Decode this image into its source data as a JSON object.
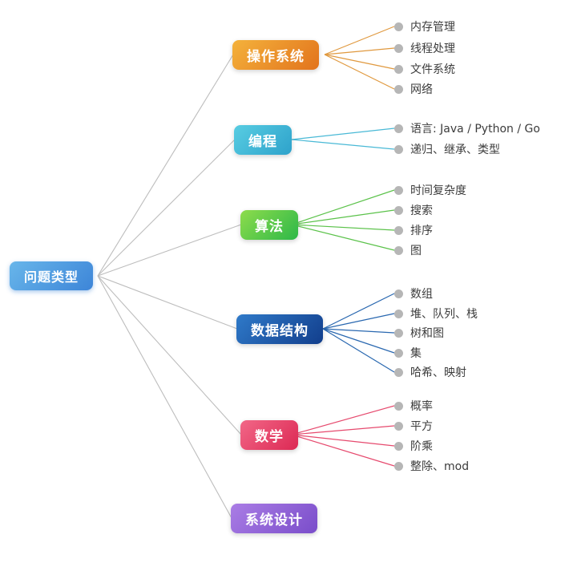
{
  "root": {
    "label": "问题类型",
    "color": "#3d85d8"
  },
  "leaf_bullet_color": "#b6b6b6",
  "connector_gray": "#bdbdbd",
  "branches": [
    {
      "label": "操作系统",
      "color": "#e8882a",
      "leaves": [
        "内存管理",
        "线程处理",
        "文件系统",
        "网络"
      ]
    },
    {
      "label": "编程",
      "color": "#3cb4d4",
      "leaves": [
        "语言: Java / Python / Go",
        "递归、继承、类型"
      ]
    },
    {
      "label": "算法",
      "color": "#4fc243",
      "leaves": [
        "时间复杂度",
        "搜索",
        "排序",
        "图"
      ]
    },
    {
      "label": "数据结构",
      "color": "#1f5dae",
      "leaves": [
        "数组",
        "堆、队列、栈",
        "树和图",
        "集",
        "哈希、映射"
      ]
    },
    {
      "label": "数学",
      "color": "#e63d66",
      "leaves": [
        "概率",
        "平方",
        "阶乘",
        "整除、mod"
      ]
    },
    {
      "label": "系统设计",
      "color": "#8a5fd0",
      "leaves": []
    }
  ]
}
